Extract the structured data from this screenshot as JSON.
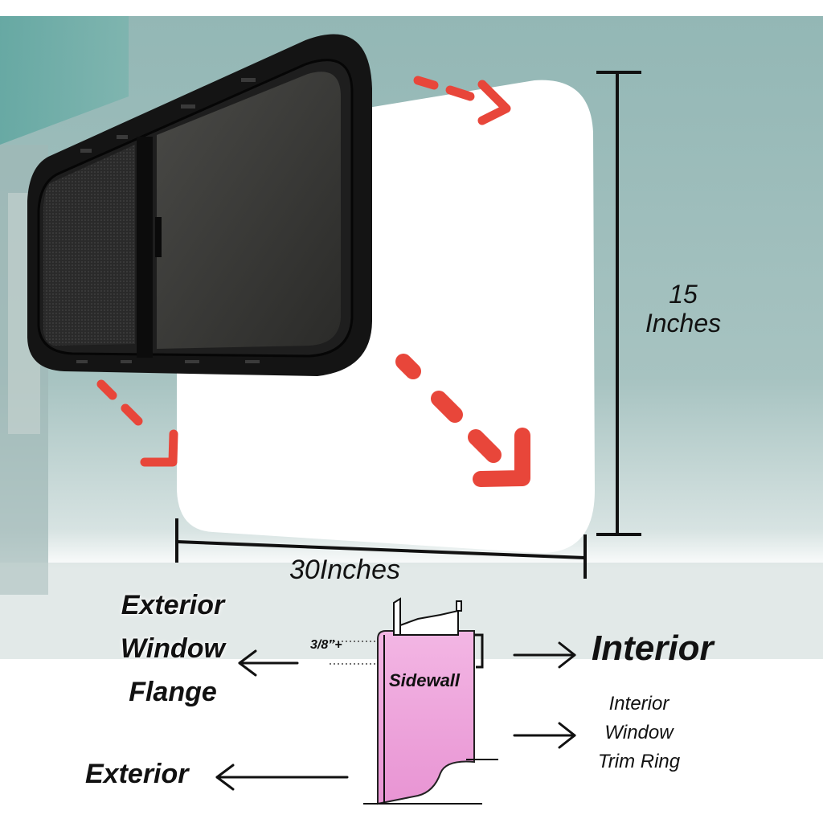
{
  "dimensions": {
    "height_value": "15",
    "height_unit": "Inches",
    "width_label": "30Inches"
  },
  "diagram": {
    "exterior_flange_lines": [
      "Exterior",
      "Window",
      "Flange"
    ],
    "interior_label": "Interior",
    "trim_ring_lines": [
      "Interior",
      "Window",
      "Trim Ring"
    ],
    "exterior_label": "Exterior",
    "gap_label": "3/8”+",
    "sidewall_label": "Sidewall"
  },
  "colors": {
    "arrow": "#e8463a",
    "sidewall_fill": "#e9a0d6",
    "window_frame": "#141414",
    "background": "#8fb3b1"
  }
}
